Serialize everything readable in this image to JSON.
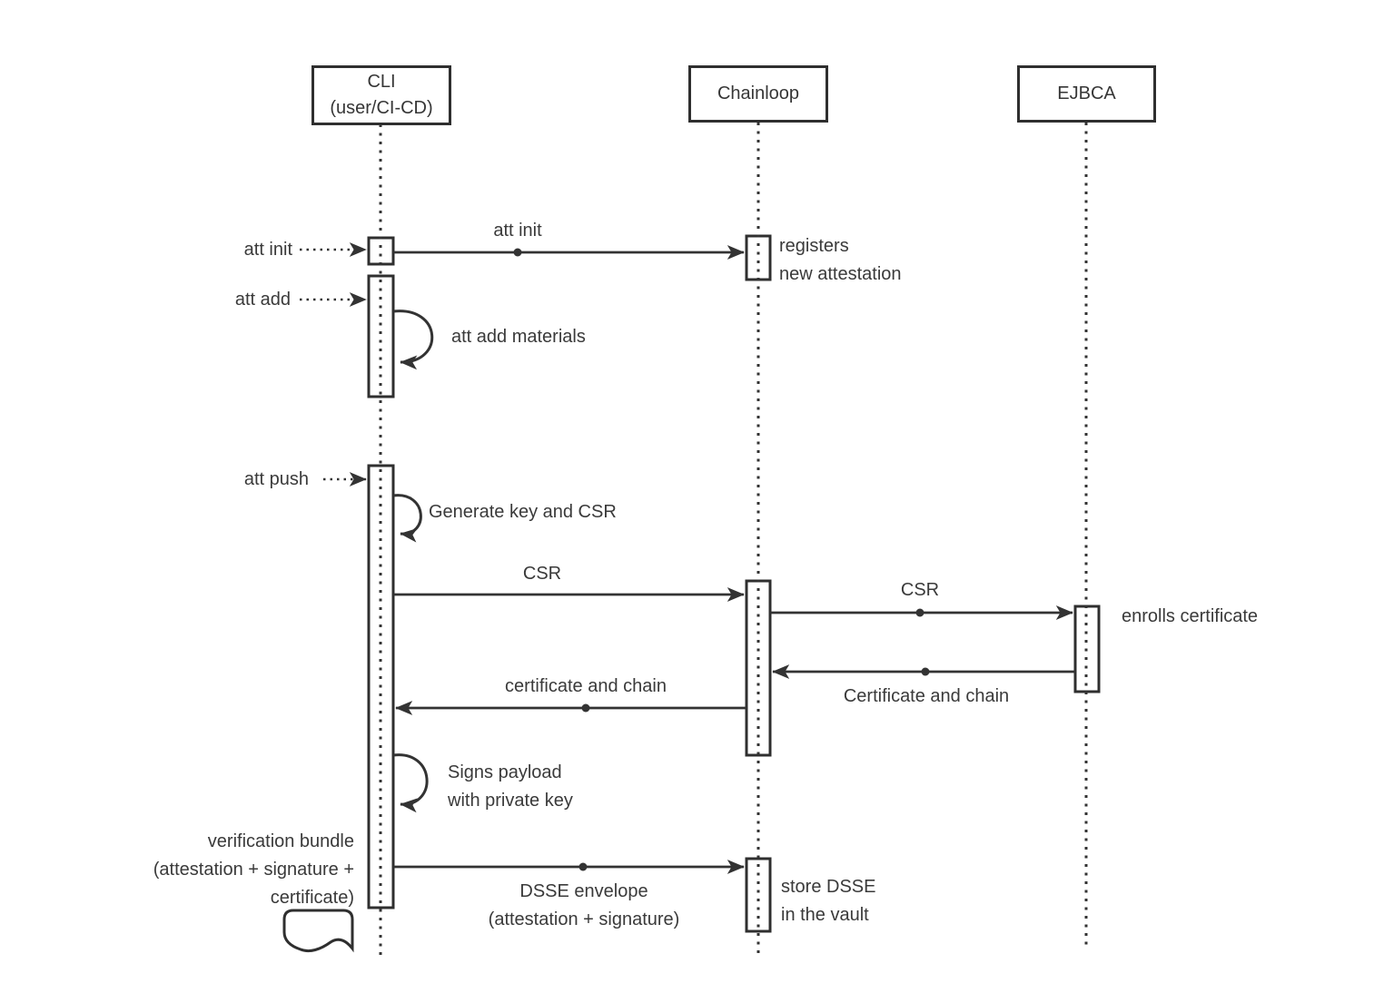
{
  "diagram": {
    "actors": [
      {
        "id": "cli",
        "line1": "CLI",
        "line2": "(user/CI-CD)"
      },
      {
        "id": "chainloop",
        "label": "Chainloop"
      },
      {
        "id": "ejbca",
        "label": "EJBCA"
      }
    ],
    "external_inputs": [
      {
        "label": "att init"
      },
      {
        "label": "att add"
      },
      {
        "label": "att push"
      }
    ],
    "labels": {
      "att_init_msg": "att init",
      "registers1": "registers",
      "registers2": "new attestation",
      "att_add_materials": "att add materials",
      "generate_key": "Generate key and CSR",
      "csr1": "CSR",
      "csr2": "CSR",
      "enrolls": "enrolls certificate",
      "cert_chain_upper": "Certificate and chain",
      "cert_chain_lower": "certificate and chain",
      "signs1": "Signs payload",
      "signs2": "with private key",
      "bundle1": "verification bundle",
      "bundle2": "(attestation + signature +",
      "bundle3": "certificate)",
      "dsse1": "DSSE envelope",
      "dsse2": "(attestation + signature)",
      "store1": "store DSSE",
      "store2": "in the vault"
    },
    "colors": {
      "line": "#333333",
      "text": "#363636",
      "background": "#ffffff"
    }
  }
}
